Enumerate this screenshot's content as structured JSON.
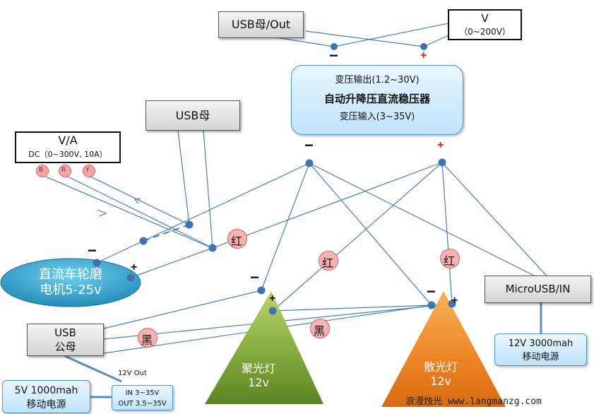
{
  "usb_out_box": {
    "label": "USB母/Out"
  },
  "voltmeter_top": {
    "title": "V",
    "range": "（0~200V）"
  },
  "converter": {
    "output": "变压输出(1.2~30V)",
    "name": "自动升降压直流稳压器",
    "input": "变压输入(3~35V)"
  },
  "usb_female_box": {
    "label": "USB母"
  },
  "va_meter": {
    "title": "V/A",
    "range": "DC（0~300V, 10A）",
    "leads": [
      "B",
      "R",
      "Y"
    ]
  },
  "motor": {
    "line1": "直流车轮磨",
    "line2": "电机5-25v"
  },
  "usb_male_box": {
    "line1": "USB",
    "line2": "公母"
  },
  "microusb_box": {
    "label": "MicroUSB/IN"
  },
  "battery_12v": {
    "line1": "12V 3000mah",
    "line2": "移动电源"
  },
  "battery_5v": {
    "line1": "5V 1000mah",
    "line2": "移动电源"
  },
  "boost_module": {
    "line1": "IN 3~35V",
    "line2": "OUT 3.5~35V",
    "note": "12V Out"
  },
  "spot_lamp": {
    "line1": "聚光灯",
    "line2": "12v"
  },
  "flood_lamp": {
    "line1": "散光灯",
    "line2": "12v"
  },
  "wire_labels": {
    "red1": "红",
    "red2": "红",
    "red3": "红",
    "black1": "黑",
    "black2": "黑"
  },
  "signs": {
    "minus": "−",
    "plus": "+"
  },
  "watermark": "浪漫烛光 www.langmanzg.com",
  "colors": {
    "wire": "#4a7fb5",
    "node": "#3f74b0",
    "lead": "#f4a6a6",
    "plus": "#e0191e",
    "green_lamp": "#6e9a2c",
    "orange_lamp": "#ea7d1e",
    "motor": "#2b9cc4"
  }
}
